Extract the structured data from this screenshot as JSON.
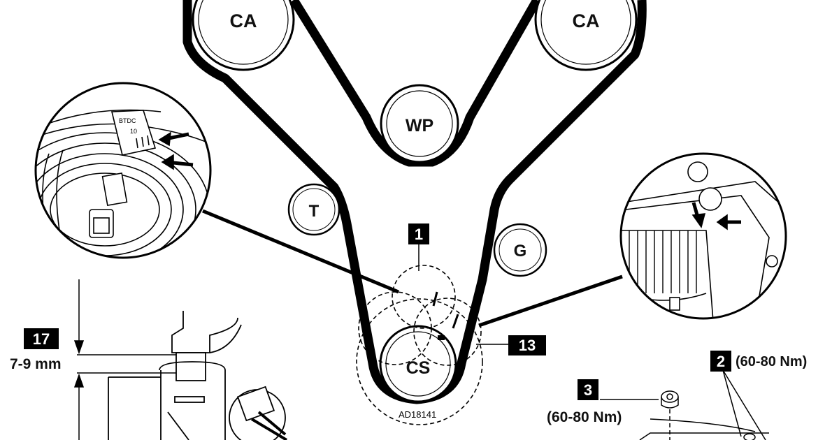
{
  "pulleys": {
    "camshaft_left": "CA",
    "camshaft_right": "CA",
    "water_pump": "WP",
    "tensioner": "T",
    "guide": "G",
    "crankshaft": "CS"
  },
  "callouts": {
    "c1": "1",
    "c2": "2",
    "c3": "3",
    "c13": "13",
    "c17": "17"
  },
  "torque": {
    "c2_value": "(60-80 Nm)",
    "c3_value": "(60-80 Nm)"
  },
  "dimension": "7-9 mm",
  "figure_code": "AD18141",
  "timing_mark_text": {
    "line1": "BTDC",
    "line2": "10"
  }
}
